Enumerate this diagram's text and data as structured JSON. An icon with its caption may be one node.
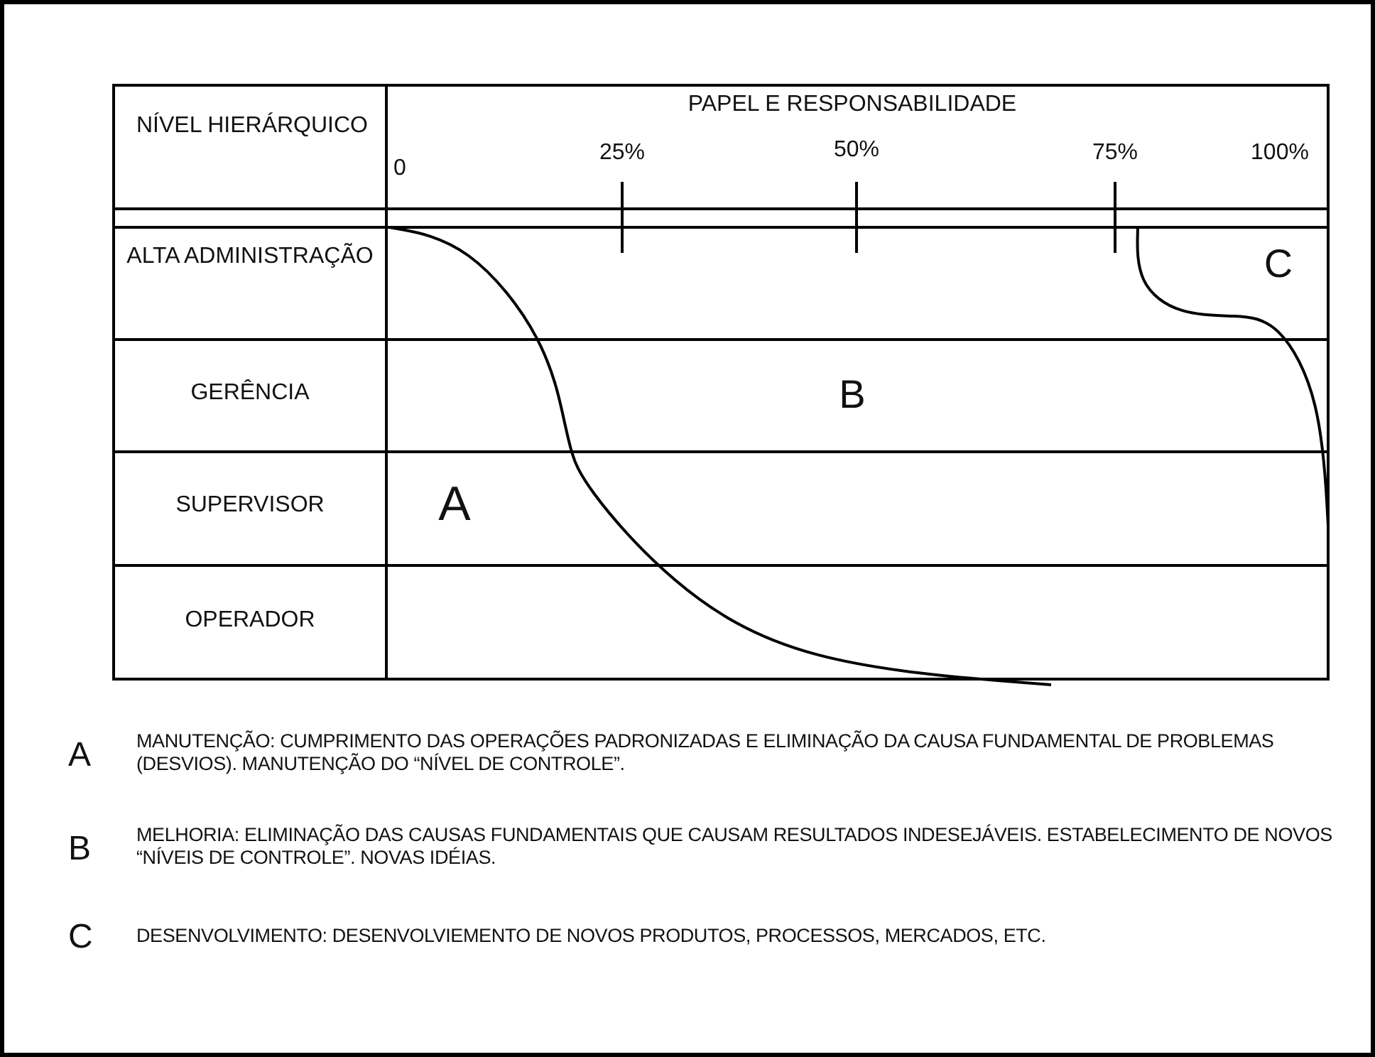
{
  "diagram": {
    "labels": [
      "NÍVEL HIERÁRQUICO",
      "PAPEL E RESPONSABILIDADE",
      "0",
      "25%",
      "50%",
      "75%",
      "100%",
      "ALTA ADMINISTRAÇÃO",
      "C",
      "GERÊNCIA",
      "B",
      "SUPERVISOR",
      "A",
      "OPERADOR",
      "A",
      "MANUTENÇÃO: CUMPRIMENTO DAS OPERAÇÕES PADRONIZADAS E ELIMINAÇÃO DA CAUSA FUNDAMENTAL DE PROBLEMAS (DESVIOS). MANUTENÇÃO DO “NÍVEL DE CONTROLE”.",
      "B",
      "MELHORIA: ELIMINAÇÃO DAS CAUSAS FUNDAMENTAIS QUE CAUSAM RESULTADOS INDESEJÁVEIS. ESTABELECIMENTO DE NOVOS “NÍVEIS DE CONTROLE”. NOVAS IDÉIAS.",
      "C",
      "DESENVOLVIMENTO: DESENVOLVIEMENTO DE NOVOS PRODUTOS, PROCESSOS, MERCADOS, ETC."
    ]
  }
}
